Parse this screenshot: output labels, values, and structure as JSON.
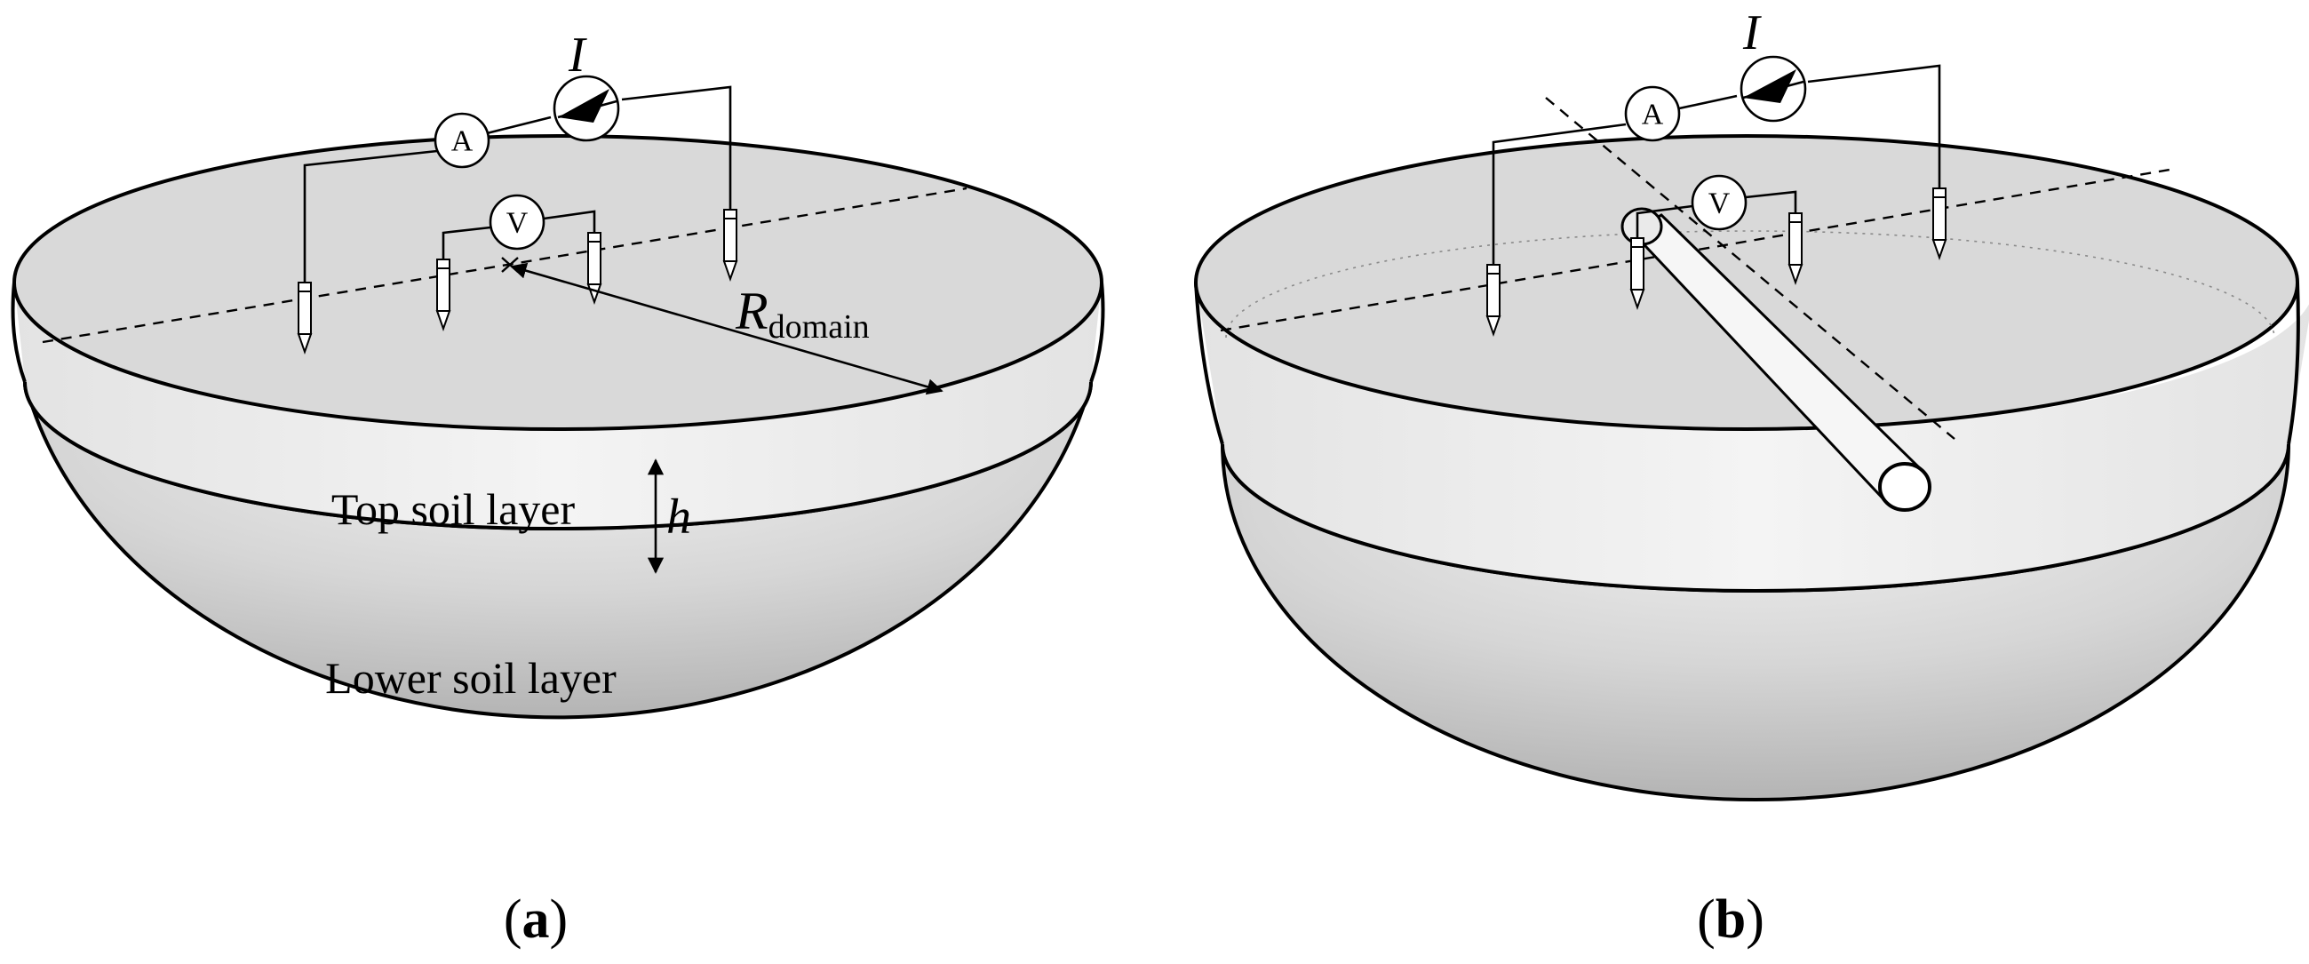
{
  "panels": [
    {
      "caption_letter": "a",
      "current_symbol": "I",
      "ammeter_label": "A",
      "voltmeter_label": "V",
      "radius_symbol": "R",
      "radius_subscript": "domain",
      "height_symbol": "h",
      "top_layer_label": "Top soil layer",
      "lower_layer_label": "Lower soil layer"
    },
    {
      "caption_letter": "b",
      "current_symbol": "I",
      "ammeter_label": "A",
      "voltmeter_label": "V"
    }
  ],
  "colors": {
    "surface": "#d9d9d9",
    "top_layer": "#efefef",
    "lower_layer_light": "#ededed",
    "lower_layer_dark": "#bdbdbd",
    "stroke": "#000000"
  }
}
